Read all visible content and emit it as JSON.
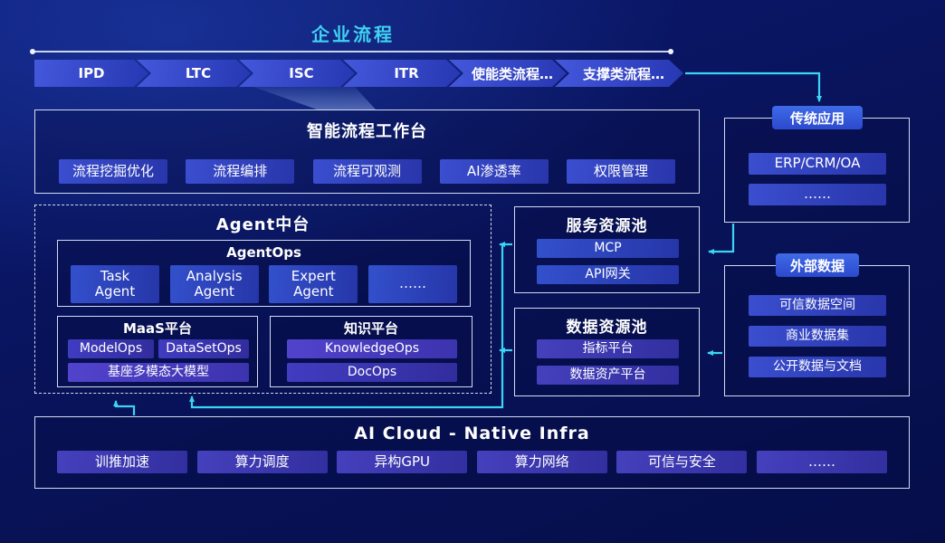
{
  "colors": {
    "accent_cyan": "#3bd4f4",
    "background_blue": "#0a1668",
    "button_blue": "#3348c8",
    "button_purple": "#4c40c4"
  },
  "header": {
    "title": "企业流程"
  },
  "process_chain": {
    "steps": [
      "IPD",
      "LTC",
      "ISC",
      "ITR",
      "使能类流程…",
      "支撑类流程…"
    ]
  },
  "workbench": {
    "title": "智能流程工作台",
    "items": [
      "流程挖掘优化",
      "流程编排",
      "流程可观测",
      "AI渗透率",
      "权限管理"
    ]
  },
  "agent_platform": {
    "title": "Agent中台",
    "agent_ops": {
      "title": "AgentOps",
      "items": [
        "Task Agent",
        "Analysis Agent",
        "Expert Agent",
        "……"
      ]
    },
    "maas": {
      "title": "MaaS平台",
      "items": [
        "ModelOps",
        "DataSetOps"
      ],
      "base_model": "基座多模态大模型"
    },
    "knowledge": {
      "title": "知识平台",
      "items": [
        "KnowledgeOps",
        "DocOps"
      ]
    }
  },
  "service_pool": {
    "title": "服务资源池",
    "items": [
      "MCP",
      "API网关"
    ]
  },
  "data_pool": {
    "title": "数据资源池",
    "items": [
      "指标平台",
      "数据资产平台"
    ]
  },
  "legacy_apps": {
    "title": "传统应用",
    "items": [
      "ERP/CRM/OA",
      "……"
    ]
  },
  "external_data": {
    "title": "外部数据",
    "items": [
      "可信数据空间",
      "商业数据集",
      "公开数据与文档"
    ]
  },
  "infra": {
    "title": "AI Cloud - Native Infra",
    "items": [
      "训推加速",
      "算力调度",
      "异构GPU",
      "算力网络",
      "可信与安全",
      "……"
    ]
  }
}
